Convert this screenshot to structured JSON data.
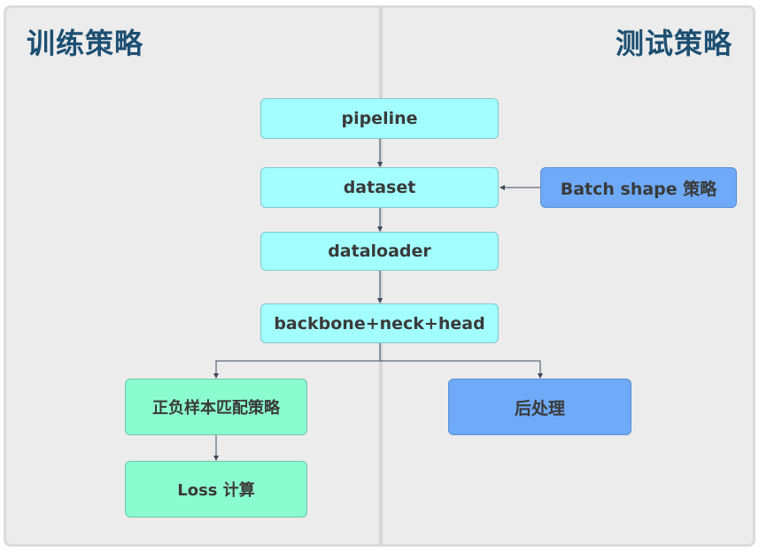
{
  "sections": {
    "train_title": "训练策略",
    "test_title": "测试策略"
  },
  "nodes": {
    "pipeline": "pipeline",
    "dataset": "dataset",
    "dataloader": "dataloader",
    "model": "backbone+neck+head",
    "batch_shape": "Batch shape 策略",
    "assigner": "正负样本匹配策略",
    "loss": "Loss 计算",
    "postprocess": "后处理"
  },
  "colors": {
    "title": "#1c4f72",
    "cyan_node": "#a3ffff",
    "blue_node": "#6eaaf7",
    "green_node": "#8bfccf",
    "edge": "#3d4a5c"
  }
}
